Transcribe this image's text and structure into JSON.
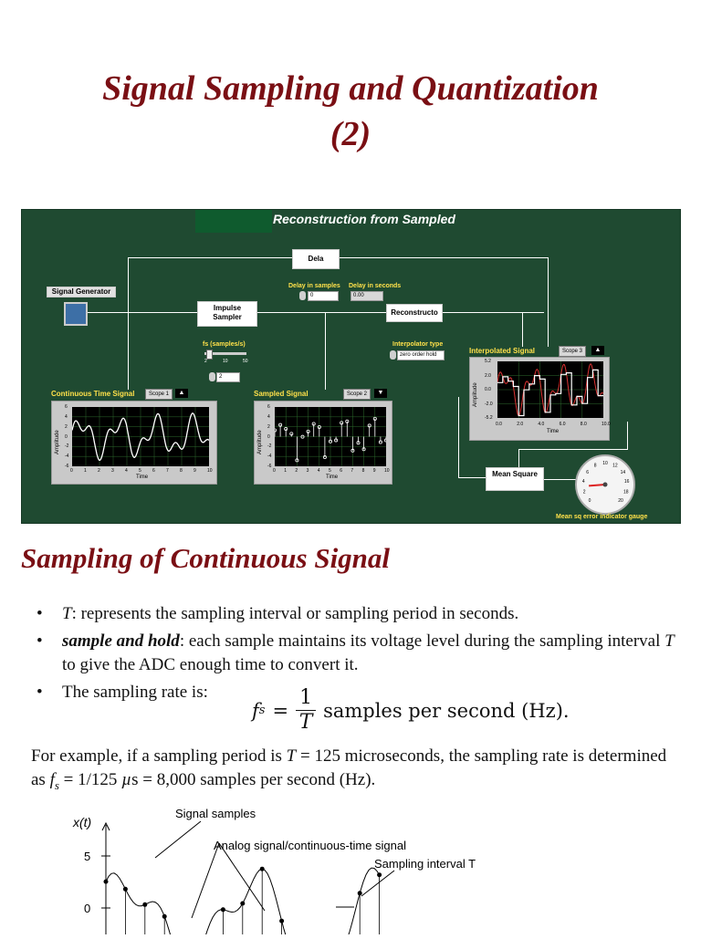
{
  "slide": {
    "title_line1": "Signal Sampling and Quantization",
    "title_line2": "(2)"
  },
  "panel": {
    "heading": "Reconstruction from Sampled",
    "blocks": {
      "signal_generator": "Signal Generator",
      "delay": "Dela",
      "impulse_sampler": "Impulse Sampler",
      "reconstructor": "Reconstructo",
      "mean_square": "Mean Square"
    },
    "labels": {
      "delay_samples": "Delay in samples",
      "delay_seconds": "Delay in seconds",
      "fs": "fs (samples/s)",
      "interpolator_type": "Interpolator type",
      "gauge": "Mean sq error indicator gauge"
    },
    "values": {
      "delay_samples": "0",
      "delay_seconds": "0.00",
      "fs_value": "2",
      "interpolator_value": "zero order hold",
      "fs_slider_ticks": [
        "2",
        "10",
        "50"
      ],
      "fs_slider_level": 0.05
    },
    "scopes": {
      "continuous": {
        "title": "Continuous Time Signal",
        "btn": "Scope 1",
        "ylabel": "Amplitude",
        "xlabel": "Time",
        "yticks": [
          "6",
          "4",
          "2",
          "0",
          "-2",
          "-4",
          "-6"
        ],
        "xticks": [
          "0",
          "1",
          "2",
          "3",
          "4",
          "5",
          "6",
          "7",
          "8",
          "9",
          "10"
        ]
      },
      "sampled": {
        "title": "Sampled Signal",
        "btn": "Scope 2",
        "ylabel": "Amplitude",
        "xlabel": "Time",
        "yticks": [
          "6",
          "4",
          "2",
          "0",
          "-2",
          "-4",
          "-6"
        ],
        "xticks": [
          "0",
          "1",
          "2",
          "3",
          "4",
          "5",
          "6",
          "7",
          "8",
          "9",
          "10"
        ]
      },
      "interpolated": {
        "title": "Interpolated Signal",
        "btn": "Scope 3",
        "ylabel": "Amplitude",
        "xlabel": "Time",
        "yticks": [
          "5.2",
          "2.0",
          "0.0",
          "-2.0",
          "-5.2"
        ],
        "xticks": [
          "0.0",
          "2.0",
          "4.0",
          "6.0",
          "8.0",
          "10.0"
        ]
      }
    },
    "gauge_ticks": [
      "0",
      "2",
      "4",
      "6",
      "8",
      "10",
      "12",
      "14",
      "16",
      "18",
      "20"
    ],
    "gauge_value": 3
  },
  "section": {
    "heading": "Sampling of Continuous Signal",
    "bullet1_term": "T",
    "bullet1_rest": ": represents the sampling interval or sampling period in seconds.",
    "bullet2_term": "sample and hold",
    "bullet2_rest": ": each sample maintains its voltage level during the sampling interval ",
    "bullet2_T": "T",
    "bullet2_tail": " to give the ADC enough time to convert it.",
    "bullet3": "The sampling rate is:",
    "formula_lhs": "f",
    "formula_sub": "s",
    "formula_eq": "=",
    "formula_num": "1",
    "formula_den": "T",
    "formula_rhs": "samples per second (Hz).",
    "para_part1": "For example, if a sampling period is ",
    "para_T": "T",
    "para_part2": " = 125 microseconds, the sampling rate is determined as ",
    "para_f": "f",
    "para_sub": "s",
    "para_part3": " = 1/125 ",
    "para_mu": "µ",
    "para_part4": "s = 8,000 samples per second (Hz)."
  },
  "figure": {
    "ylabel": "x(t)",
    "yticks": [
      "5",
      "0"
    ],
    "annot_samples": "Signal samples",
    "annot_analog": "Analog signal/continuous-time signal",
    "annot_interval": "Sampling interval T"
  }
}
